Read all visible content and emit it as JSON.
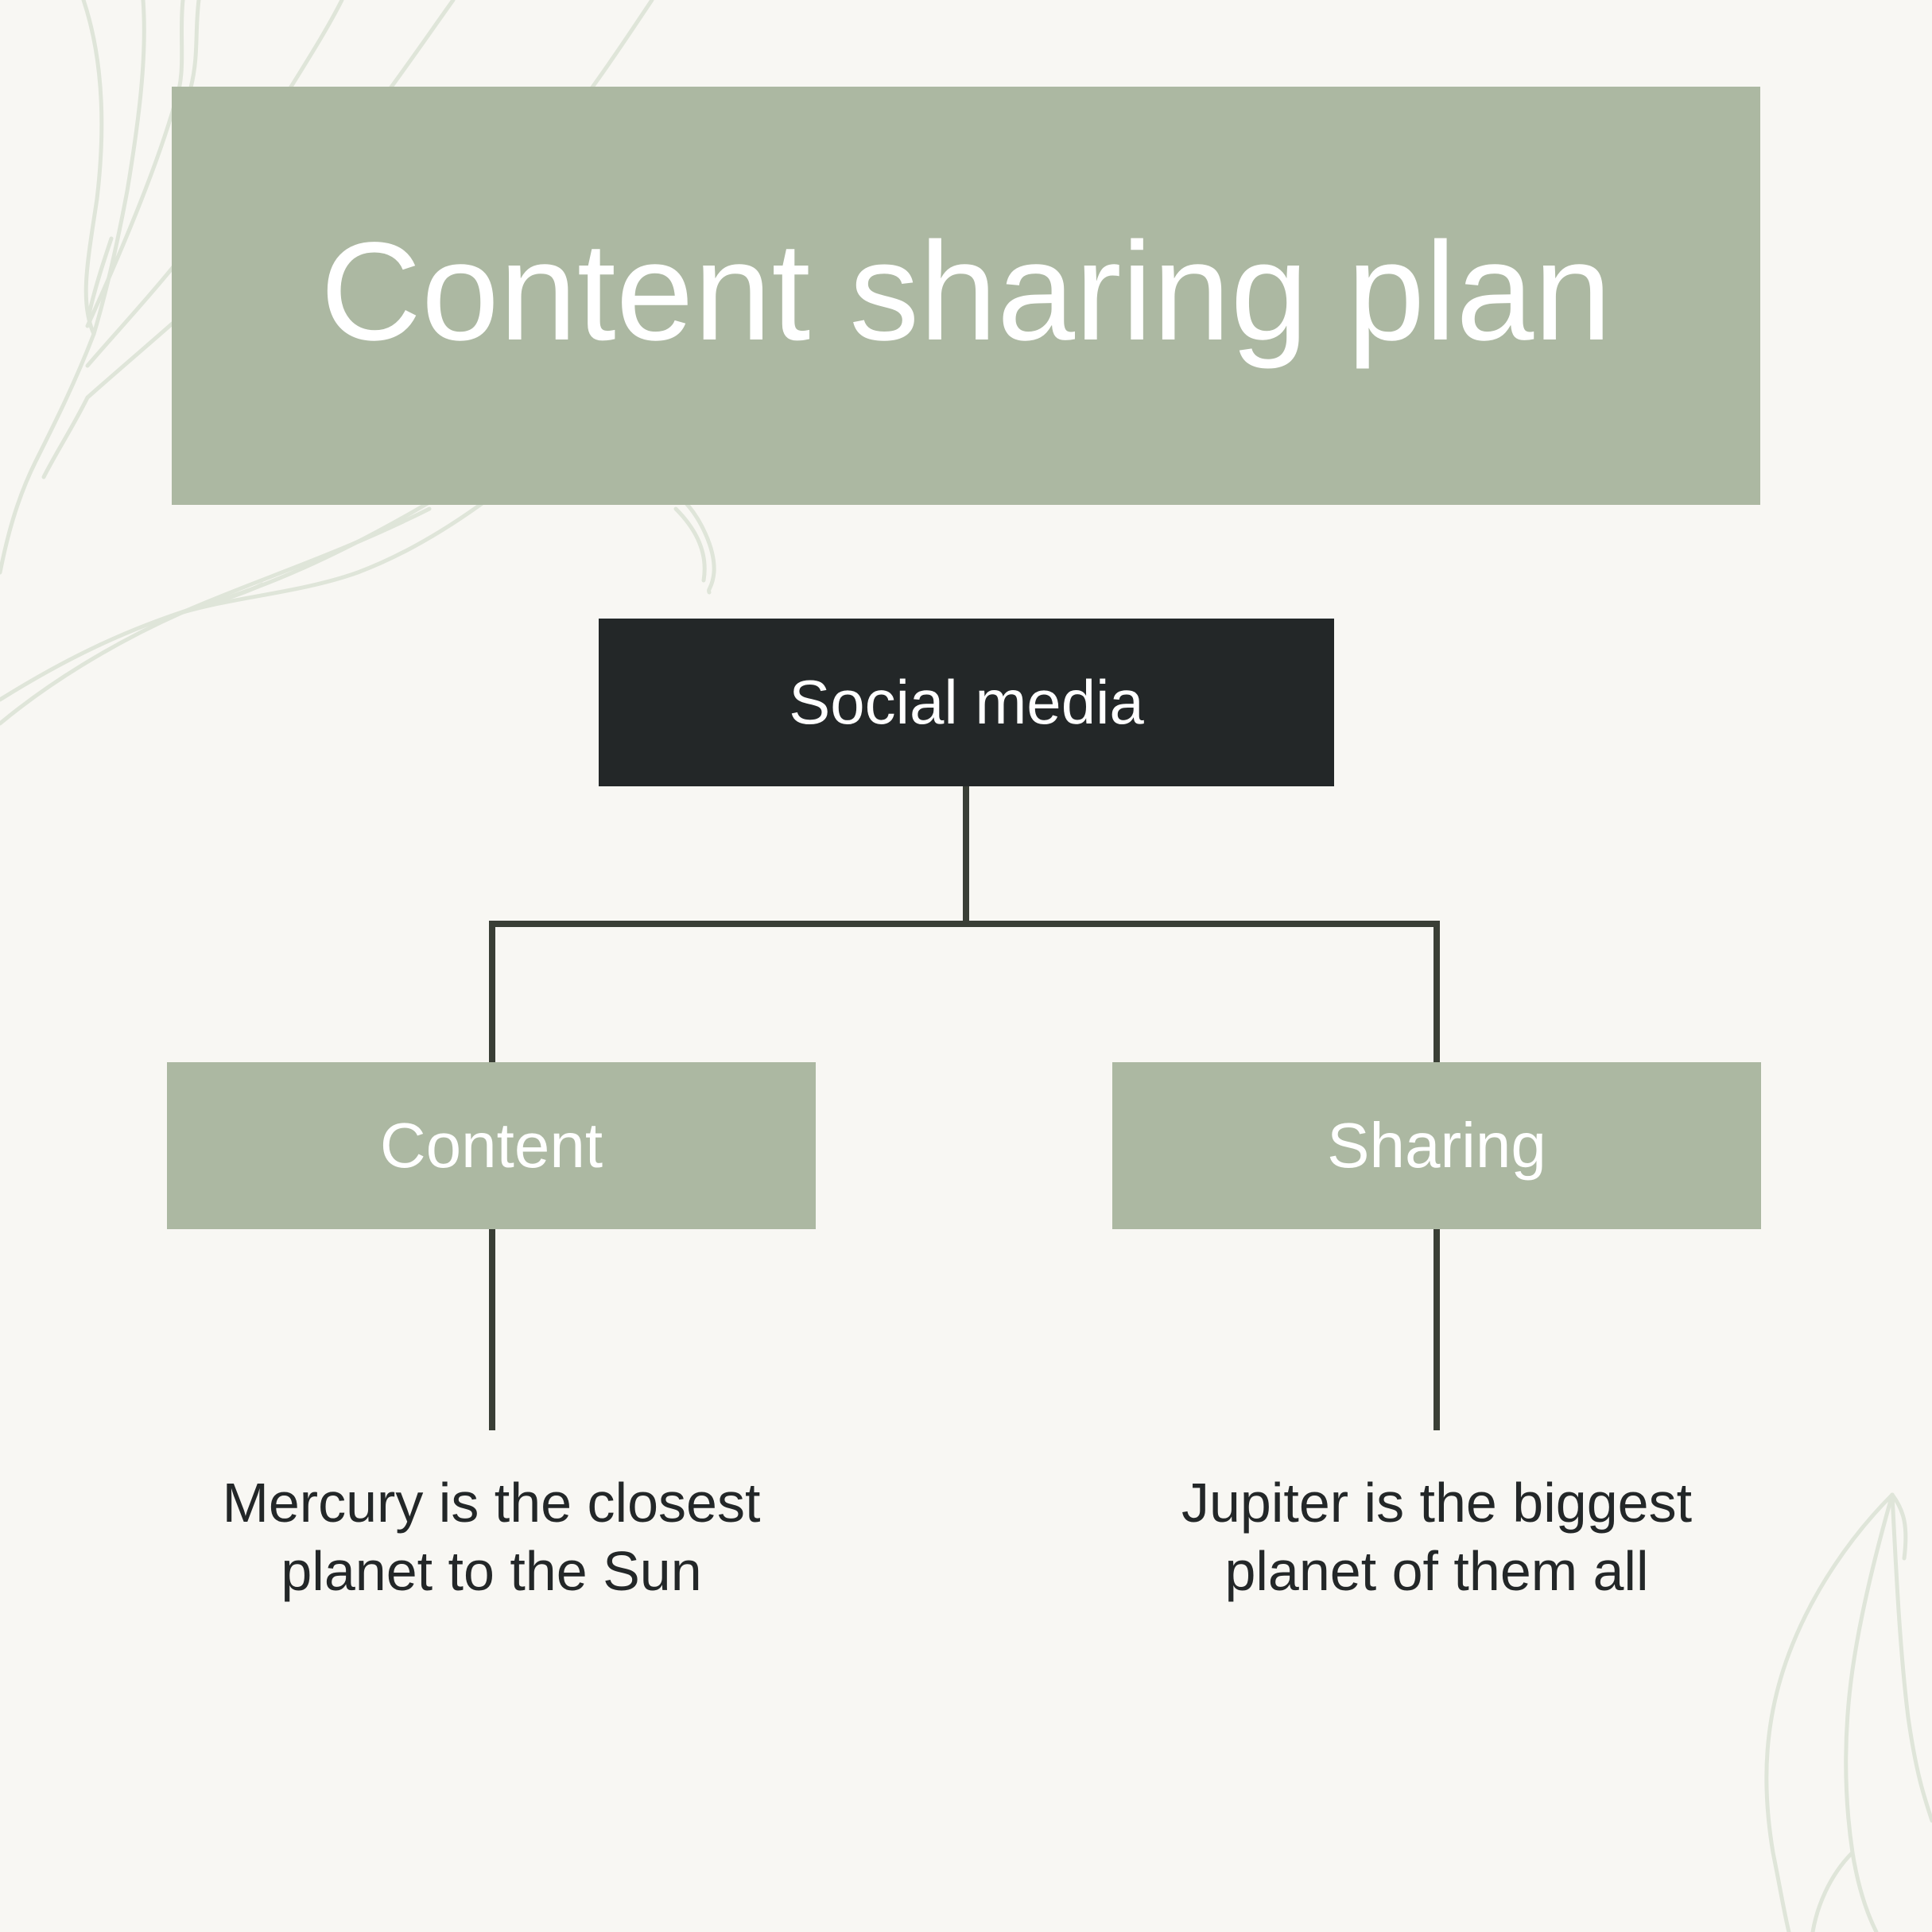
{
  "title": "Content sharing plan",
  "colors": {
    "background": "#f8f7f3",
    "sage": "#acb8a2",
    "dark": "#232728",
    "connector": "#3a3f36",
    "decor_line": "#dfe5d9"
  },
  "diagram": {
    "root": {
      "label": "Social media"
    },
    "children": [
      {
        "label": "Content",
        "description_lines": [
          "Mercury is the closest",
          "planet to the Sun"
        ]
      },
      {
        "label": "Sharing",
        "description_lines": [
          "Jupiter is the biggest",
          "planet of them all"
        ]
      }
    ]
  }
}
